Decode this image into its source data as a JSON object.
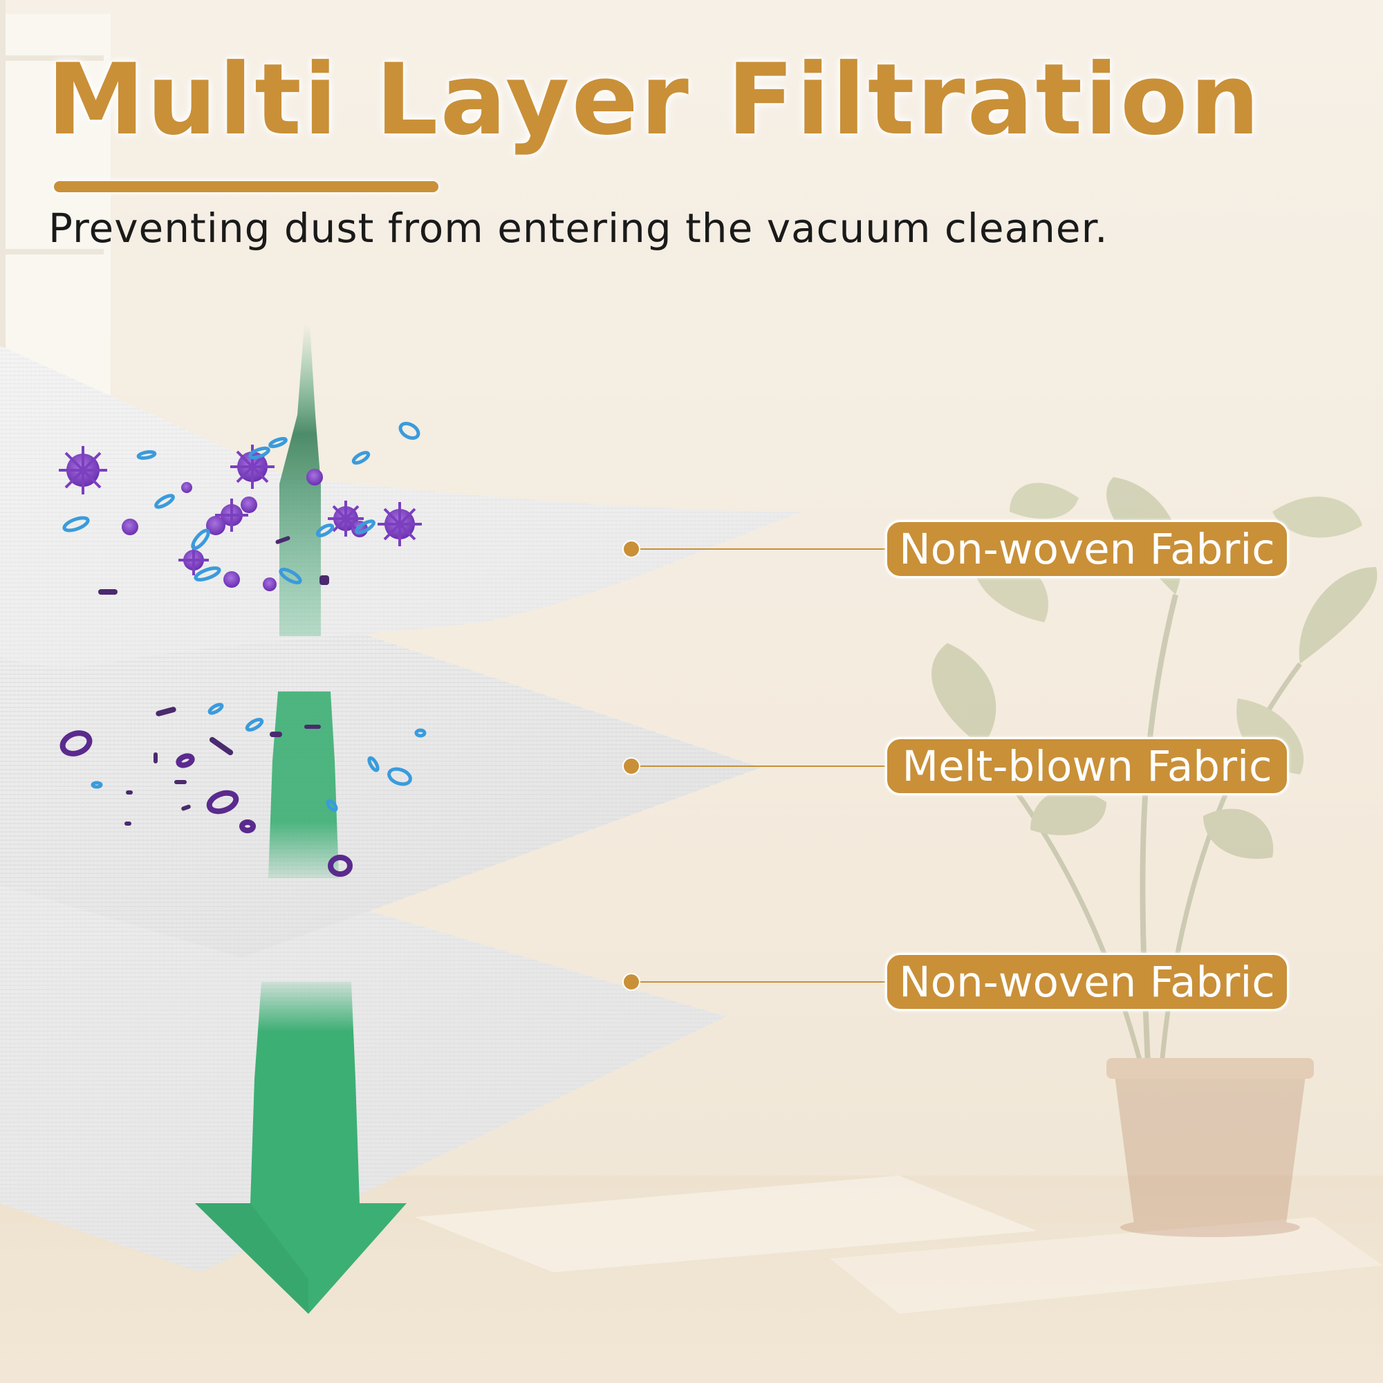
{
  "header": {
    "title": "Multi Layer Filtration",
    "subtitle": "Preventing dust from entering the vacuum cleaner."
  },
  "layers": [
    {
      "label": "Non-woven Fabric"
    },
    {
      "label": "Melt-blown Fabric"
    },
    {
      "label": "Non-woven Fabric"
    }
  ],
  "colors": {
    "accent": "#C99038",
    "arrow": "#3CAF74",
    "particle_purple": "#7B3FBF",
    "particle_blue": "#3A9BDC",
    "background": "#F4EDE1"
  }
}
